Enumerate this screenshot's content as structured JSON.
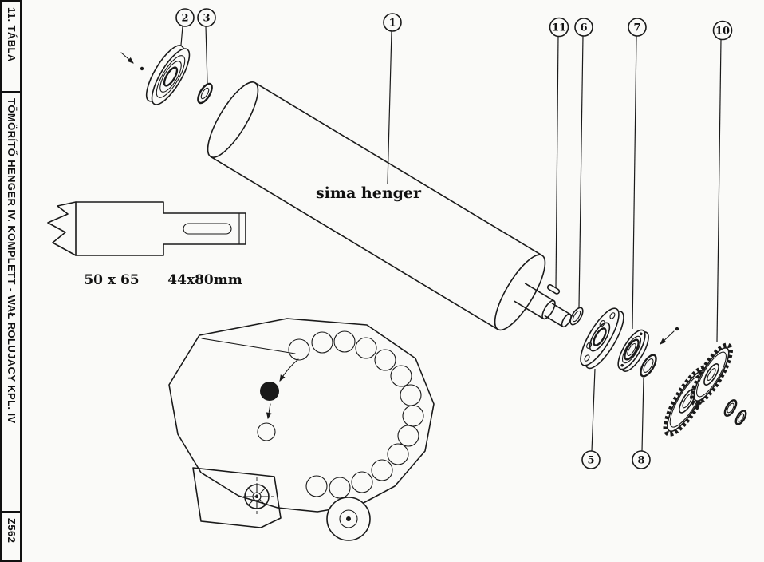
{
  "sidebar": {
    "top_label": "11. TÁBLA",
    "middle_label": "TÖMÖRÍTŐ HENGER IV. KOMPLETT - WAŁ ROLUJACY KPL. IV",
    "bottom_label": "Z562"
  },
  "labels": {
    "part_title": "sima henger",
    "dimension_left": "50 x 65",
    "dimension_right": "44x80mm"
  },
  "callouts": [
    {
      "number": "1"
    },
    {
      "number": "2"
    },
    {
      "number": "3"
    },
    {
      "number": "5"
    },
    {
      "number": "6"
    },
    {
      "number": "7"
    },
    {
      "number": "8"
    },
    {
      "number": "10"
    },
    {
      "number": "11"
    }
  ],
  "colors": {
    "ink": "#1a1a1a",
    "paper": "#fafaf8"
  }
}
